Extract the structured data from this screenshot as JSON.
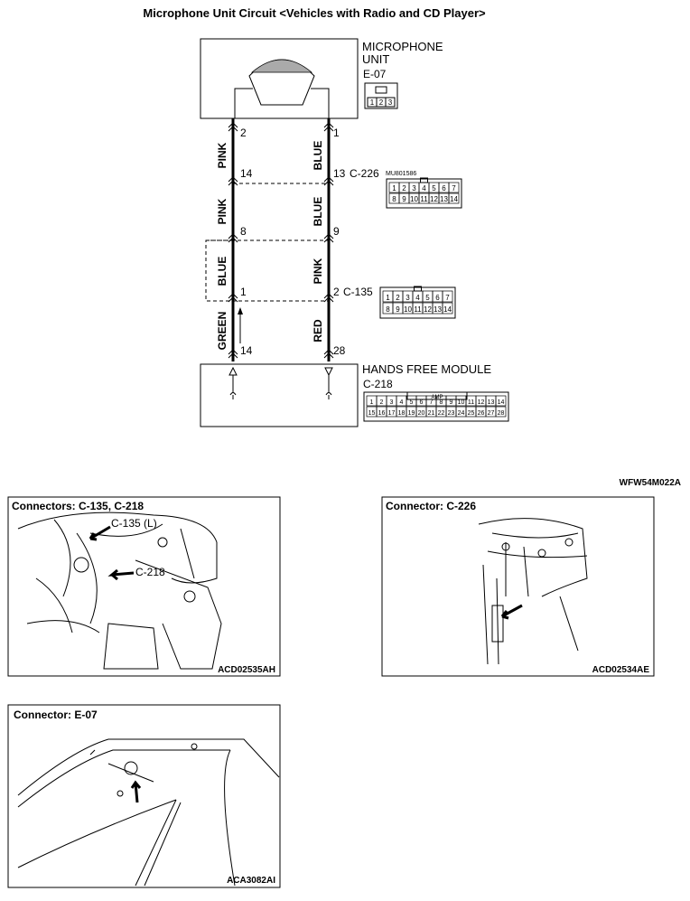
{
  "title": "Microphone Unit Circuit <Vehicles with Radio and CD Player>",
  "diagram_code": "WFW54M022A",
  "microphone_unit": {
    "name_line1": "MICROPHONE",
    "name_line2": "UNIT",
    "connector": "E-07",
    "pins": [
      "1",
      "2",
      "3"
    ]
  },
  "hands_free_module": {
    "name": "HANDS FREE MODULE",
    "connector": "C-218",
    "amp_label": "AMP",
    "pins_row1": [
      "1",
      "2",
      "3",
      "4",
      "5",
      "6",
      "7",
      "8",
      "9",
      "10",
      "11",
      "12",
      "13",
      "14"
    ],
    "pins_row2": [
      "15",
      "16",
      "17",
      "18",
      "19",
      "20",
      "21",
      "22",
      "23",
      "24",
      "25",
      "26",
      "27",
      "28"
    ]
  },
  "connector_c226": {
    "name": "C-226",
    "part_no": "MU801586",
    "pins_row1": [
      "1",
      "2",
      "3",
      "4",
      "5",
      "6",
      "7"
    ],
    "pins_row2": [
      "8",
      "9",
      "10",
      "11",
      "12",
      "13",
      "14"
    ]
  },
  "connector_c135": {
    "name": "C-135",
    "pins_row1": [
      "1",
      "2",
      "3",
      "4",
      "5",
      "6",
      "7"
    ],
    "pins_row2": [
      "8",
      "9",
      "10",
      "11",
      "12",
      "13",
      "14"
    ]
  },
  "left_wire": {
    "colors": [
      "PINK",
      "PINK",
      "BLUE",
      "GREEN"
    ],
    "pins": [
      "2",
      "14",
      "8",
      "1",
      "14"
    ]
  },
  "right_wire": {
    "colors": [
      "BLUE",
      "BLUE",
      "PINK",
      "RED"
    ],
    "pins": [
      "1",
      "13",
      "9",
      "2",
      "28"
    ]
  },
  "photos": [
    {
      "caption": "Connectors: C-135, C-218",
      "callouts": [
        "C-135 (L)",
        "C-218"
      ],
      "code": "ACD02535AH"
    },
    {
      "caption": "Connector: C-226",
      "callouts": [],
      "code": "ACD02534AE"
    },
    {
      "caption": "Connector: E-07",
      "callouts": [],
      "code": "ACA3082AI"
    }
  ]
}
